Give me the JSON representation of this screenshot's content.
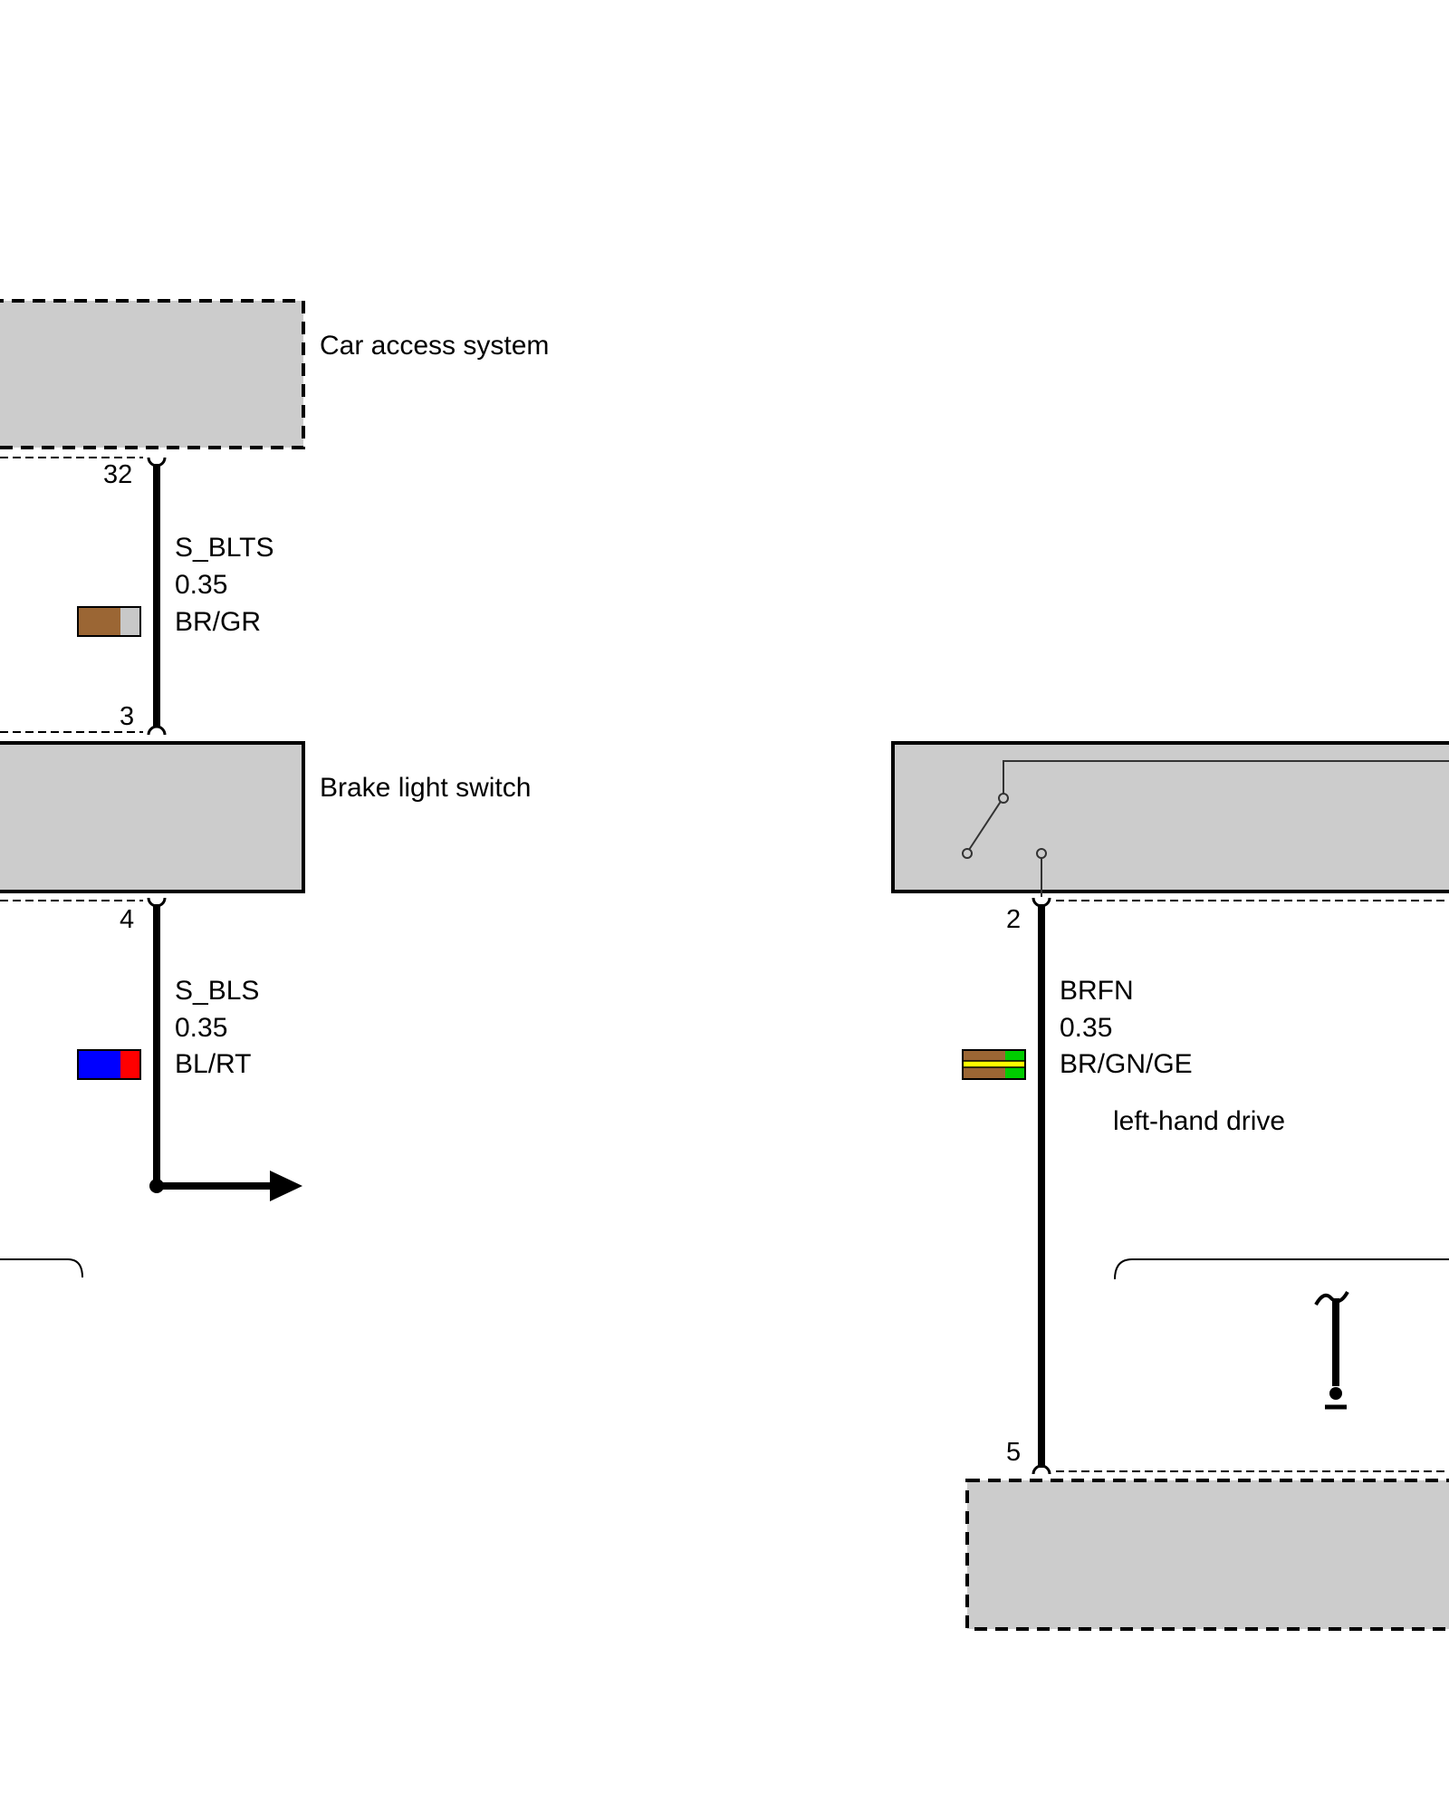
{
  "components": {
    "car_access_system": {
      "label": "Car access system"
    },
    "brake_light_switch": {
      "label": "Brake light switch"
    }
  },
  "pins": {
    "cas_32": "32",
    "bls_3": "3",
    "bls_4": "4",
    "right_2": "2",
    "right_5": "5"
  },
  "wires": {
    "s_blts": {
      "signal": "S_BLTS",
      "gauge": "0.35",
      "color": "BR/GR",
      "swatch": [
        "#9b6634",
        "#c8c8c8"
      ]
    },
    "s_bls": {
      "signal": "S_BLS",
      "gauge": "0.35",
      "color": "BL/RT",
      "swatch": [
        "#0000ff",
        "#ff0000"
      ]
    },
    "brfn": {
      "signal": "BRFN",
      "gauge": "0.35",
      "color": "BR/GN/GE",
      "swatch": [
        "#9b6634",
        "#00cc00",
        "#ffff00"
      ]
    }
  },
  "notes": {
    "variant": "left-hand drive"
  },
  "colors": {
    "component_fill": "#cccccc",
    "line": "#000000",
    "background": "#ffffff"
  }
}
